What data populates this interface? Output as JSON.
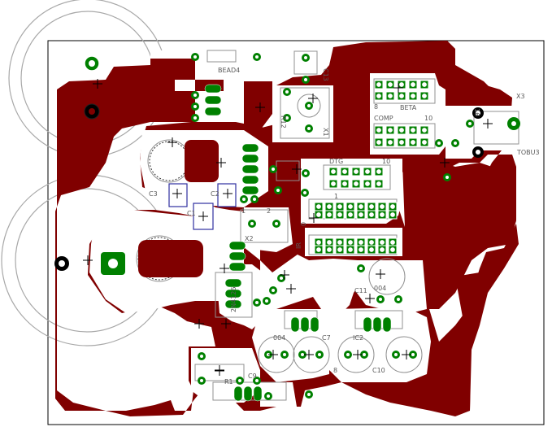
{
  "colors": {
    "copper": "#800000",
    "pad": "#008000",
    "silk": "#a0a0a0",
    "outline": "#000000",
    "text": "#5a5a5a",
    "background": "#ffffff",
    "smd_outline": "#3030a0"
  },
  "labels": {
    "bead": "BEAD4",
    "c13": "C13",
    "beta": "BETA",
    "beta_8": "8",
    "comp": "COMP",
    "comp_10": "10",
    "x3": "X3",
    "tobu3": "TOBU3",
    "n6": "16",
    "dtg": "DTG",
    "dtg_10": "10",
    "dtg_1": "1",
    "x1": "X1",
    "c3": "C3",
    "c2": "C2",
    "c1": "C1",
    "x2": "X2",
    "x2_1": "1",
    "x2_2": "2",
    "ir": "IR",
    "ir_0": "0",
    "c11": "C11",
    "c04": "004",
    "c7": "C7",
    "c004b": "004",
    "ic2": "IC2",
    "c10": "C10",
    "c8": "8",
    "n2n": "2N4126",
    "r1": "R1",
    "c9": "C9",
    "r12": "R12"
  }
}
